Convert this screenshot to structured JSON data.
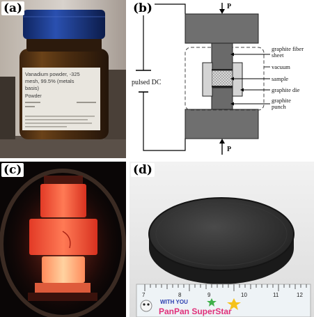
{
  "panels": {
    "a": {
      "label": "(a)"
    },
    "b": {
      "label": "(b)"
    },
    "c": {
      "label": "(c)"
    },
    "d": {
      "label": "(d)"
    }
  },
  "jar": {
    "line1": "Vanadium powder, -325",
    "line2": "mesh, 99.5% (metals",
    "line3": "basis)",
    "line4": "Powder"
  },
  "diagram": {
    "pressure_top": "P",
    "pressure_bottom": "P",
    "power_label": "pulsed DC",
    "callouts": {
      "graphite_fiber_sheet_1": "graphite fiber",
      "graphite_fiber_sheet_2": "sheet",
      "vacuum": "vacuum",
      "sample": "sample",
      "graphite_die": "graphite die",
      "graphite_punch_1": "graphite",
      "graphite_punch_2": "punch"
    }
  },
  "ruler": {
    "brand_top": "WITH YOU",
    "brand_bottom": "PanPan SuperStar",
    "numbers": [
      "7",
      "8",
      "9",
      "10",
      "11",
      "12"
    ]
  },
  "colors": {
    "glow": "#ff5a3a",
    "glow_core": "#ffb27a",
    "press_gray": "#6f6f6f",
    "jar_cap": "#1e3d8f"
  }
}
